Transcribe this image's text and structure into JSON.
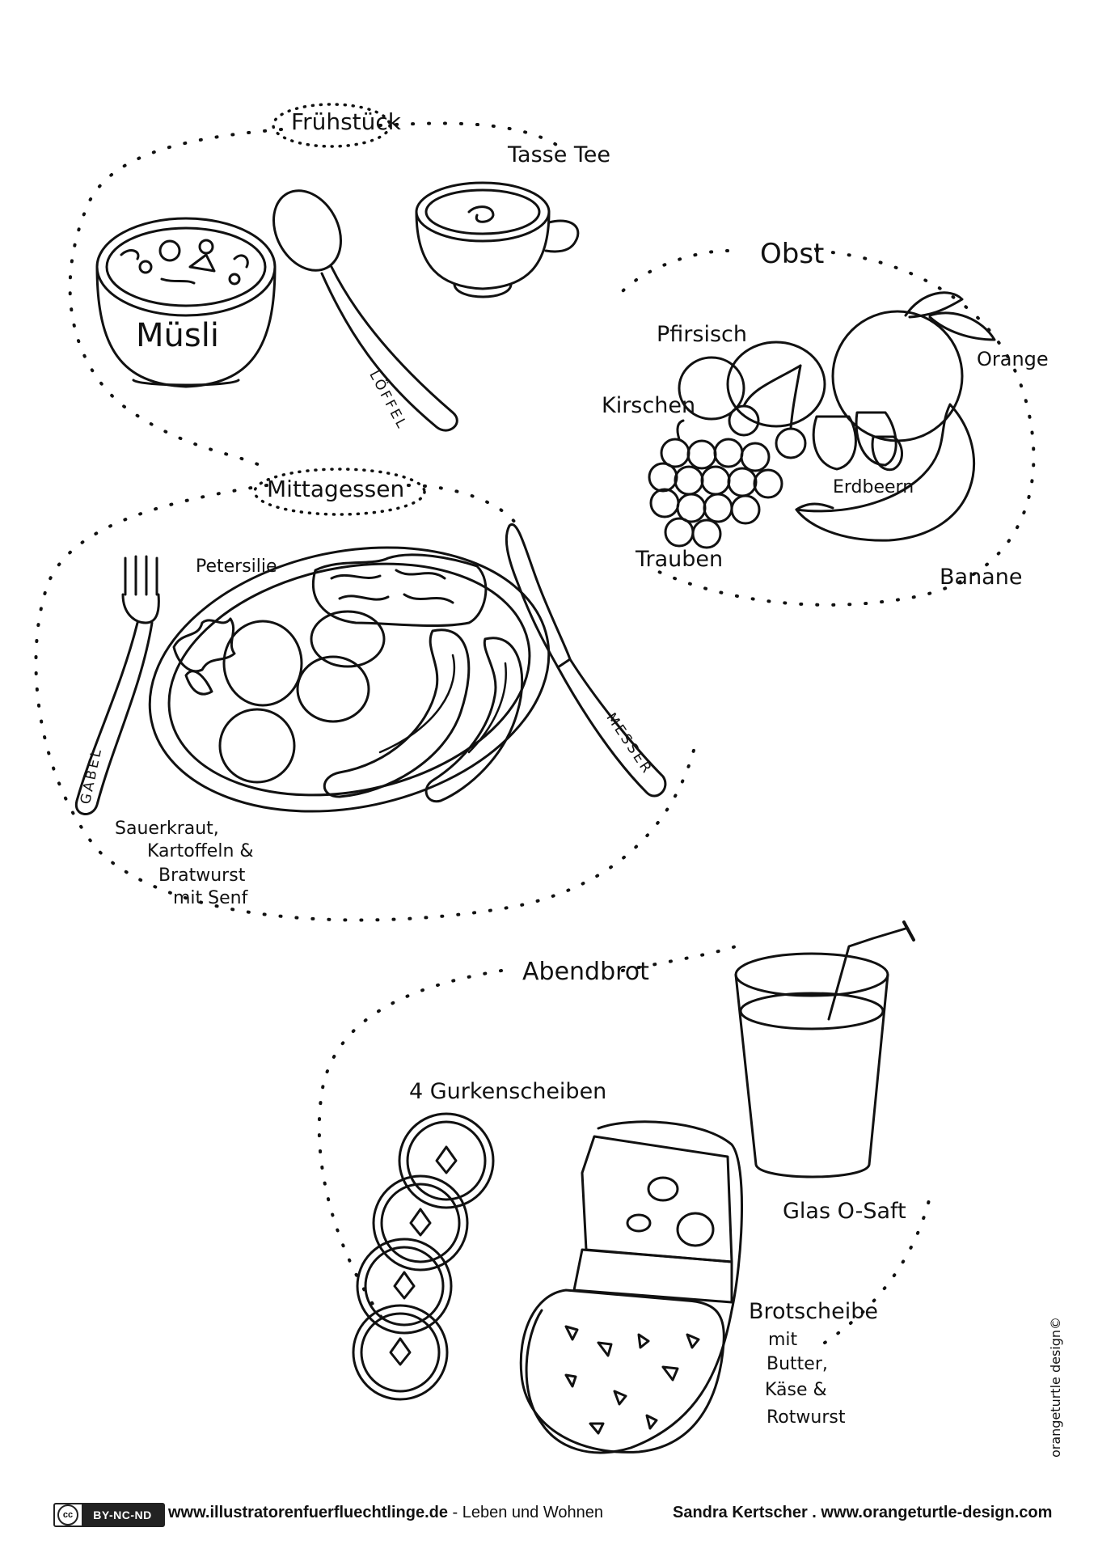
{
  "sections": {
    "breakfast": "Frühstück",
    "fruit": "Obst",
    "lunch": "Mittagessen",
    "dinner": "Abendbrot"
  },
  "breakfast": {
    "bowl_label": "Müsli",
    "tea_label": "Tasse Tee",
    "spoon_label": "LÖFFEL"
  },
  "fruit": {
    "peach": "Pfirsisch",
    "orange": "Orange",
    "cherries": "Kirschen",
    "strawberries": "Erdbeern",
    "grapes": "Trauben",
    "banana": "Banane"
  },
  "lunch": {
    "parsley": "Petersilie",
    "fork_label": "GABEL",
    "knife_label": "MESSER",
    "description_lines": [
      "Sauerkraut,",
      "Kartoffeln &",
      "Bratwurst",
      "mit Senf"
    ]
  },
  "dinner": {
    "cucumber": "4 Gurkenscheiben",
    "juice": "Glas O-Saft",
    "bread_lines": [
      "Brotscheibe",
      "mit",
      "Butter,",
      "Käse &",
      "Rotwurst"
    ]
  },
  "signature": "orangeturtle design©",
  "footer": {
    "license_badge": "BY-NC-ND",
    "license_symbol": "cc",
    "site_left": "www.illustratorenfuerfluechtlinge.de",
    "separator": " - ",
    "topic": "Leben und Wohnen",
    "author": "Sandra Kertscher",
    "dot": " . ",
    "site_right": "www.orangeturtle-design.com"
  }
}
